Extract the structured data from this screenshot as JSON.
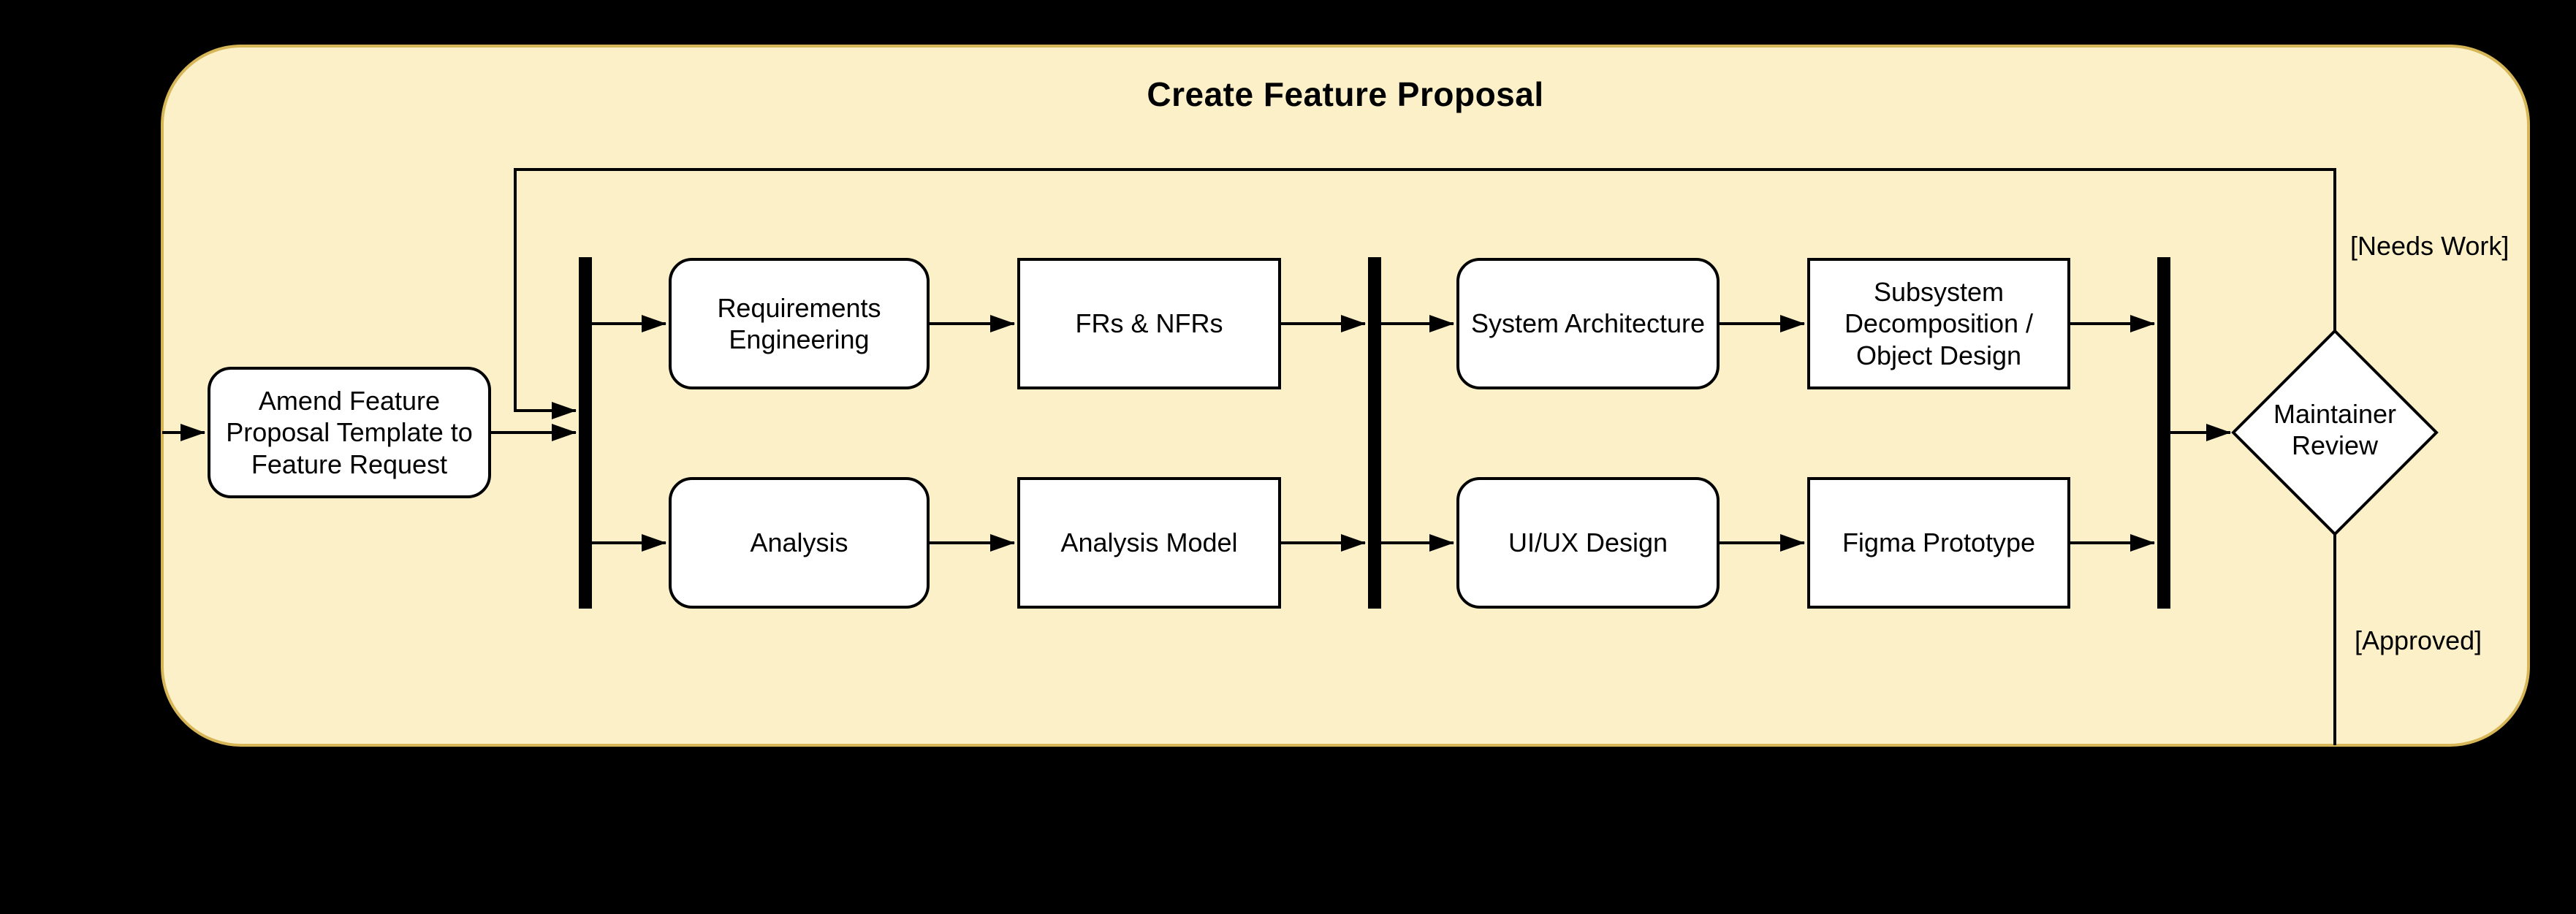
{
  "frame": {
    "title": "Create Feature Proposal",
    "fill_color": "#FCF0C8",
    "border_color": "#D6B656",
    "outside_color": "#000000"
  },
  "nodes": {
    "amend": {
      "label": "Amend Feature\nProposal Template to\nFeature Request",
      "shape": "rounded-action"
    },
    "requirements": {
      "label": "Requirements\nEngineering",
      "shape": "rounded-action"
    },
    "analysis": {
      "label": "Analysis",
      "shape": "rounded-action"
    },
    "frs_nfrs": {
      "label": "FRs & NFRs",
      "shape": "object-rectangle"
    },
    "analysis_model": {
      "label": "Analysis Model",
      "shape": "object-rectangle"
    },
    "system_architecture": {
      "label": "System Architecture",
      "shape": "rounded-action"
    },
    "subsystem_decomposition": {
      "label": "Subsystem\nDecomposition /\nObject Design",
      "shape": "object-rectangle"
    },
    "uiux_design": {
      "label": "UI/UX Design",
      "shape": "rounded-action"
    },
    "figma_prototype": {
      "label": "Figma Prototype",
      "shape": "object-rectangle"
    },
    "maintainer_review": {
      "label": "Maintainer\nReview",
      "shape": "decision-diamond"
    }
  },
  "edge_labels": {
    "needs_work": "[Needs Work]",
    "approved": "[Approved]"
  },
  "sync_bars": [
    "fork-bar-1",
    "join-fork-bar-2",
    "join-bar-3"
  ]
}
